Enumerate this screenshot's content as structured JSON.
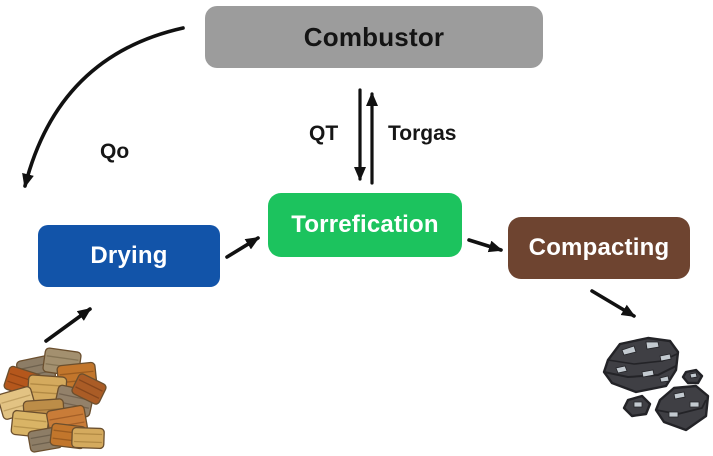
{
  "diagram": {
    "nodes": {
      "combustor": {
        "label": "Combustor",
        "bg": "#9c9c9c",
        "text": "#141414"
      },
      "drying": {
        "label": "Drying",
        "bg": "#1254a9",
        "text": "#ffffff"
      },
      "torrefication": {
        "label": "Torrefication",
        "bg": "#1cc35e",
        "text": "#ffffff"
      },
      "compacting": {
        "label": "Compacting",
        "bg": "#6e4430",
        "text": "#ffffff"
      }
    },
    "flow_labels": {
      "qo": "Qo",
      "qt": "QT",
      "torgas": "Torgas"
    },
    "icons": {
      "wood_chips": "wood-chips-illustration",
      "briquettes": "briquettes-illustration"
    },
    "arrow_color": "#111111"
  }
}
